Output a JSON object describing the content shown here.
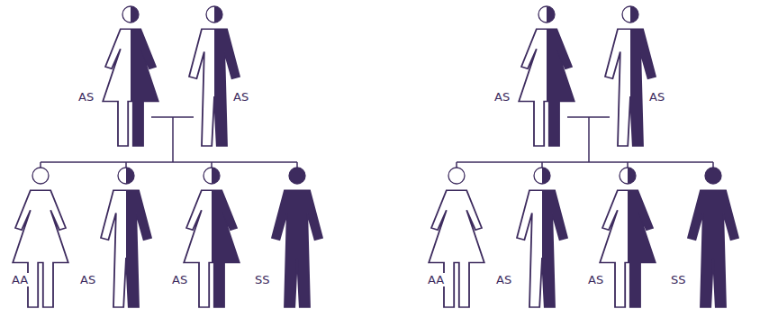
{
  "diagram": {
    "labels": [
      "AS",
      "AS",
      "AA",
      "AS",
      "AS",
      "SS",
      "AS",
      "AS",
      "AA",
      "AS",
      "AS",
      "SS"
    ]
  }
}
